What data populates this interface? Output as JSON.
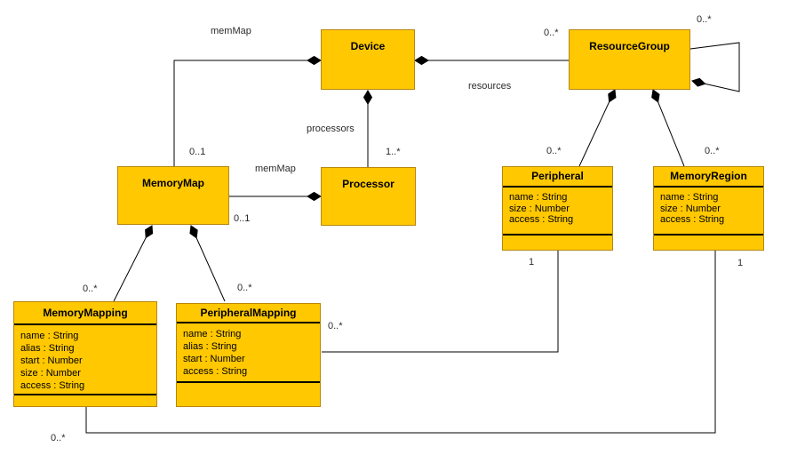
{
  "diagram": {
    "title": "Device memory map UML class diagram",
    "colors": {
      "class_fill": "#FFC800",
      "class_border": "#B8860B",
      "line": "#000000",
      "label_text": "#2b2b2b",
      "background": "#FFFFFF"
    },
    "classes": [
      {
        "name": "Device",
        "attributes": []
      },
      {
        "name": "ResourceGroup",
        "attributes": []
      },
      {
        "name": "MemoryMap",
        "attributes": []
      },
      {
        "name": "Processor",
        "attributes": []
      },
      {
        "name": "Peripheral",
        "attributes": [
          "name : String",
          "size : Number",
          "access : String"
        ]
      },
      {
        "name": "MemoryRegion",
        "attributes": [
          "name : String",
          "size : Number",
          "access : String"
        ]
      },
      {
        "name": "MemoryMapping",
        "attributes": [
          "name : String",
          "alias : String",
          "start : Number",
          "size : Number",
          "access : String"
        ]
      },
      {
        "name": "PeripheralMapping",
        "attributes": [
          "name : String",
          "alias : String",
          "start : Number",
          "access : String"
        ]
      }
    ],
    "labels": {
      "memMap_top": "memMap",
      "mult_memMap_top": "0..1",
      "memMap_mid": "memMap",
      "mult_memMap_mid": "0..1",
      "processors": "processors",
      "mult_processors": "1..*",
      "resources": "resources",
      "mult_resources": "0..*",
      "mult_self": "0..*",
      "mult_peripheral": "0..*",
      "mult_memoryregion": "0..*",
      "one_peripheral": "1",
      "one_memoryregion": "1",
      "mult_memorymapping": "0..*",
      "mult_peripheralmapping": "0..*",
      "mult_pm_right": "0..*",
      "mult_bottom": "0..*"
    }
  }
}
